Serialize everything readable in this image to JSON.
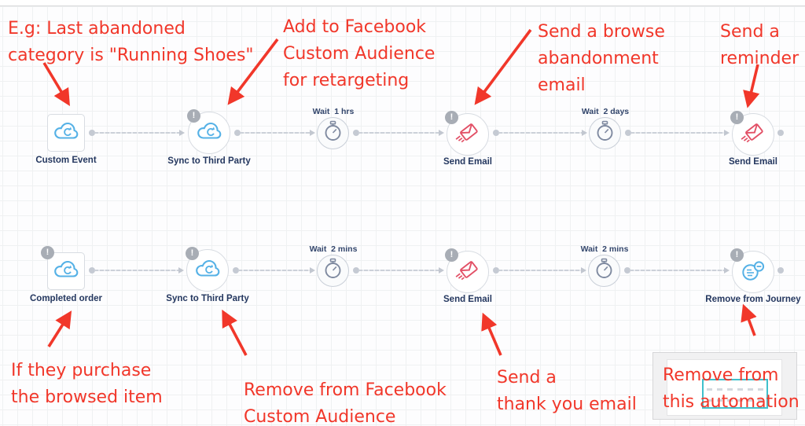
{
  "canvas": {
    "background": "#fdfdfe",
    "grid_color": "#eff1f2"
  },
  "colors": {
    "annotation_red": "#f1372a",
    "node_icon_blue": "#55b1e6",
    "node_icon_red": "#e25066",
    "node_icon_gray": "#7f8aa0",
    "badge_gray": "#a8adb5",
    "label_navy": "#24375f",
    "connector_gray": "#ccd1d9",
    "minimap_viewport_teal": "#3fc0cc"
  },
  "badge_glyph": "!",
  "nodes": [
    {
      "id": "custom-event",
      "label": "Custom Event",
      "shape": "square",
      "icon": "cloud-sync-icon",
      "badge": false
    },
    {
      "id": "sync-1",
      "label": "Sync to Third Party",
      "shape": "circle",
      "icon": "cloud-sync-icon",
      "badge": true
    },
    {
      "id": "wait-1",
      "label": "Wait  1 hrs",
      "shape": "circle-small",
      "icon": "stopwatch-icon",
      "badge": false
    },
    {
      "id": "email-1",
      "label": "Send Email",
      "shape": "circle",
      "icon": "send-email-icon",
      "badge": true
    },
    {
      "id": "wait-2",
      "label": "Wait  2 days",
      "shape": "circle-small",
      "icon": "stopwatch-icon",
      "badge": false
    },
    {
      "id": "email-2",
      "label": "Send Email",
      "shape": "circle",
      "icon": "send-email-icon",
      "badge": true
    },
    {
      "id": "completed-order",
      "label": "Completed order",
      "shape": "square",
      "icon": "cloud-sync-icon",
      "badge": true
    },
    {
      "id": "sync-2",
      "label": "Sync to Third Party",
      "shape": "circle",
      "icon": "cloud-sync-icon",
      "badge": true
    },
    {
      "id": "wait-3",
      "label": "Wait  2 mins",
      "shape": "circle-small",
      "icon": "stopwatch-icon",
      "badge": false
    },
    {
      "id": "email-3",
      "label": "Send Email",
      "shape": "circle",
      "icon": "send-email-icon",
      "badge": true
    },
    {
      "id": "wait-4",
      "label": "Wait  2 mins",
      "shape": "circle-small",
      "icon": "stopwatch-icon",
      "badge": false
    },
    {
      "id": "remove-journey",
      "label": "Remove from Journey",
      "shape": "circle",
      "icon": "remove-member-icon",
      "badge": true
    }
  ],
  "annotations": [
    {
      "id": "last-abandoned",
      "lines": [
        "E.g: Last abandoned",
        "category is \"Running Shoes\""
      ]
    },
    {
      "id": "add-to-facebook",
      "lines": [
        "Add to Facebook",
        "Custom Audience",
        "for retargeting"
      ]
    },
    {
      "id": "browse-abandonment",
      "lines": [
        "Send a browse",
        "abandonment",
        "email"
      ]
    },
    {
      "id": "send-reminder",
      "lines": [
        "Send a",
        "reminder"
      ]
    },
    {
      "id": "if-purchase",
      "lines": [
        "If they purchase",
        "the browsed item"
      ]
    },
    {
      "id": "remove-facebook",
      "lines": [
        "Remove from Facebook",
        "Custom Audience"
      ]
    },
    {
      "id": "thank-you-email",
      "lines": [
        "Send a",
        "thank you email"
      ]
    },
    {
      "id": "remove-automation",
      "lines": [
        "Remove from",
        "this automation"
      ]
    }
  ]
}
